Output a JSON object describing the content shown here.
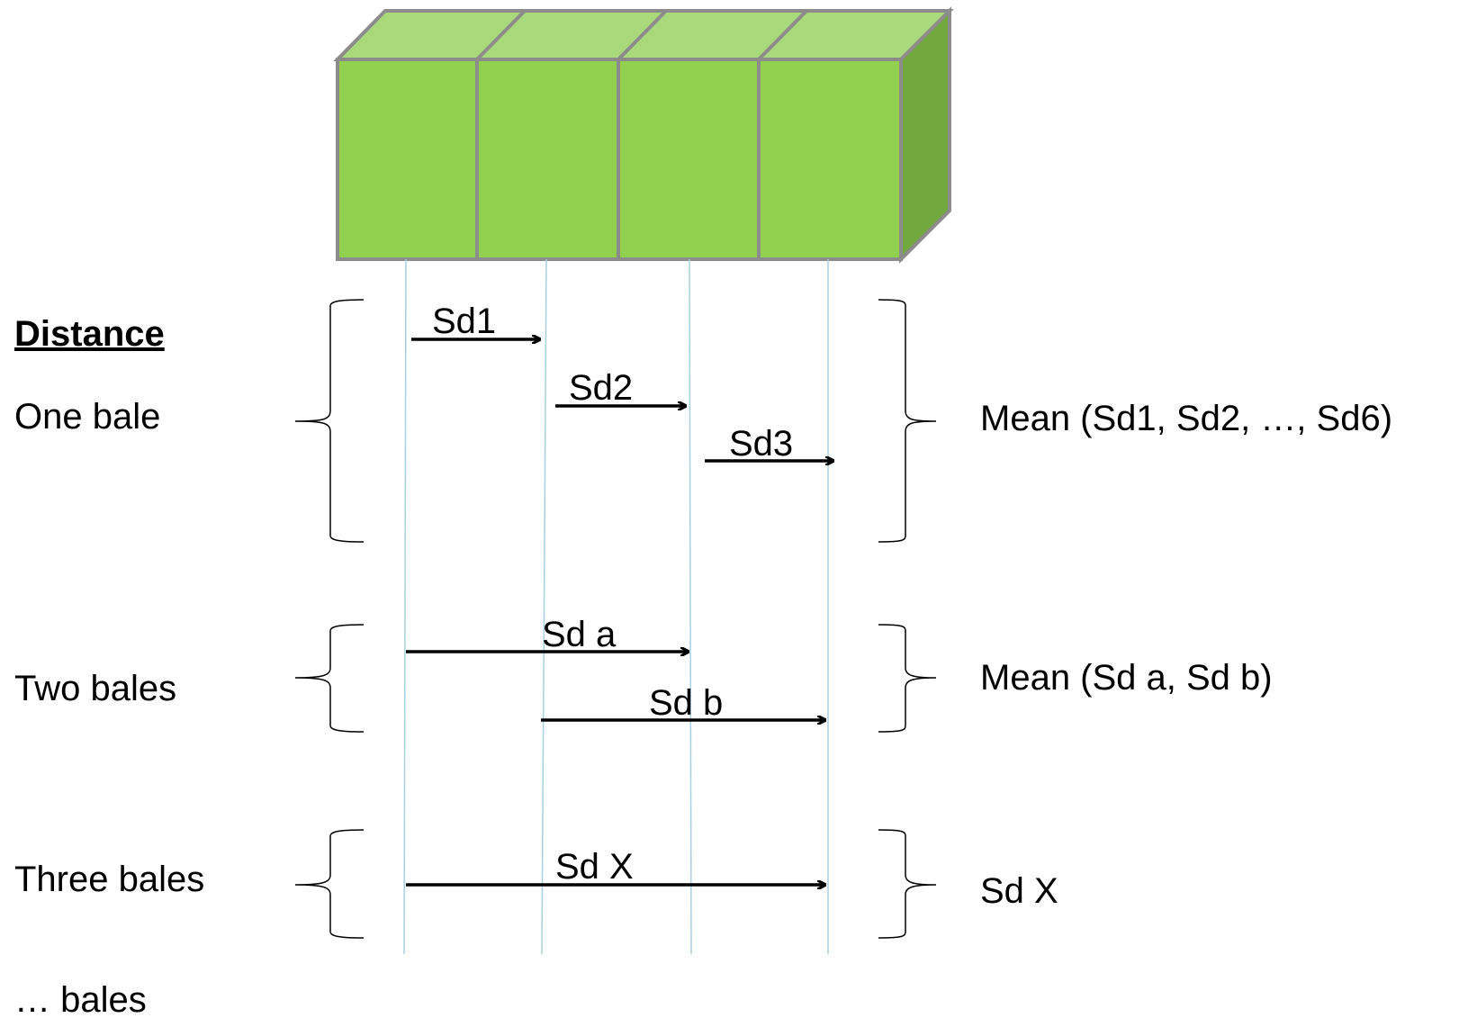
{
  "colors": {
    "bale_front": "#92d050",
    "bale_top": "#a9d97a",
    "bale_side": "#72a83e",
    "bale_edge": "#8c8c8c",
    "guide_line": "#a9cfe0",
    "ink": "#000000"
  },
  "heading": "Distance",
  "rows": {
    "one_bale": {
      "label": "One bale",
      "arrows": [
        "Sd1",
        "Sd2",
        "Sd3"
      ],
      "result": "Mean (Sd1, Sd2, …, Sd6)"
    },
    "two_bales": {
      "label": "Two bales",
      "arrows": [
        "Sd a",
        "Sd b"
      ],
      "result": "Mean (Sd a, Sd b)"
    },
    "three_bales": {
      "label": "Three bales",
      "arrows": [
        "Sd X"
      ],
      "result": "Sd X"
    }
  },
  "more_label": "… bales",
  "bale_count": 4
}
